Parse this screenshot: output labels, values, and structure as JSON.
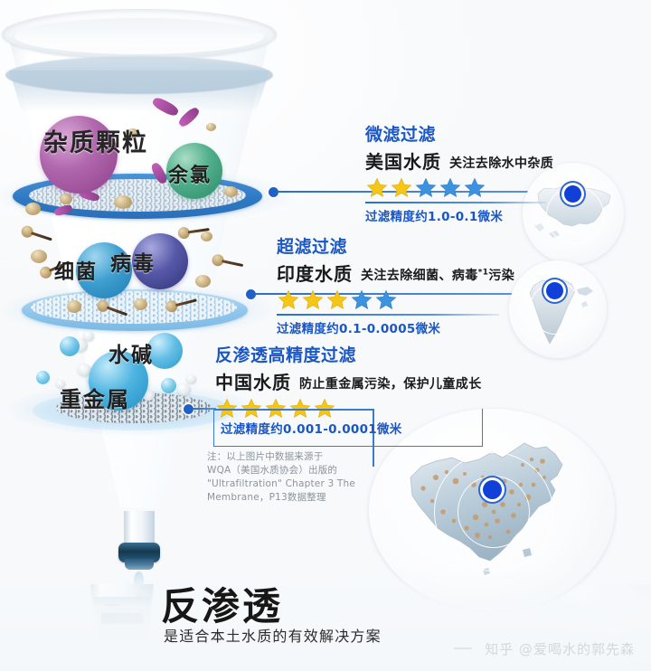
{
  "document": {
    "type": "water-filtration-infographic",
    "watermark": "知乎 @爱喝水的郭先森"
  },
  "funnel": {
    "contaminant_labels": [
      {
        "id": "impurity-particles",
        "text": "杂质颗粒",
        "color": "#8e3f8a"
      },
      {
        "id": "residual-chlorine",
        "text": "余氯",
        "color": "#2d8a68"
      },
      {
        "id": "bacteria",
        "text": "细菌",
        "color": "#1f7cb3"
      },
      {
        "id": "virus",
        "text": "病毒",
        "color": "#34337a"
      },
      {
        "id": "water-scale",
        "text": "水碱",
        "color": "#2190c4"
      },
      {
        "id": "heavy-metals",
        "text": "重金属",
        "color": "#2190c4"
      }
    ]
  },
  "stages": [
    {
      "id": "microfiltration",
      "title": "微滤过滤",
      "country": "美国水质",
      "desc": "关注去除水中杂质",
      "desc_sup": "",
      "rating": 2,
      "rating_max": 5,
      "accuracy": "过滤精度约1.0-0.1微米",
      "map": "usa-map"
    },
    {
      "id": "ultrafiltration",
      "title": "超滤过滤",
      "country": "印度水质",
      "desc": "关注去除细菌、病毒",
      "desc_sup": "*1",
      "desc_tail": "污染",
      "rating": 3,
      "rating_max": 5,
      "accuracy": "过滤精度约0.1-0.0005微米",
      "map": "india-map"
    },
    {
      "id": "reverse-osmosis",
      "title": "反渗透高精度过滤",
      "country": "中国水质",
      "desc": "防止重金属污染，保护儿童成长",
      "desc_sup": "",
      "rating": 5,
      "rating_max": 5,
      "accuracy": "过滤精度约0.001-0.0001微米",
      "map": "china-map"
    }
  ],
  "footnote": {
    "lines": [
      "注：以上图片中数据来源于",
      "WQA（美国水质协会）出版的",
      "\"Ultrafiltration\" Chapter 3 The",
      "Membrane，P13数据整理"
    ]
  },
  "brand": {
    "title": "反渗透",
    "subtitle": "是适合本土水质的有效解决方案"
  },
  "colors": {
    "heading_blue": "#1a57c4",
    "line_blue": "#2a6fc9",
    "marker_blue": "#1140d8",
    "star_gold": "#f5c518",
    "star_blue": "#3d92e0"
  }
}
